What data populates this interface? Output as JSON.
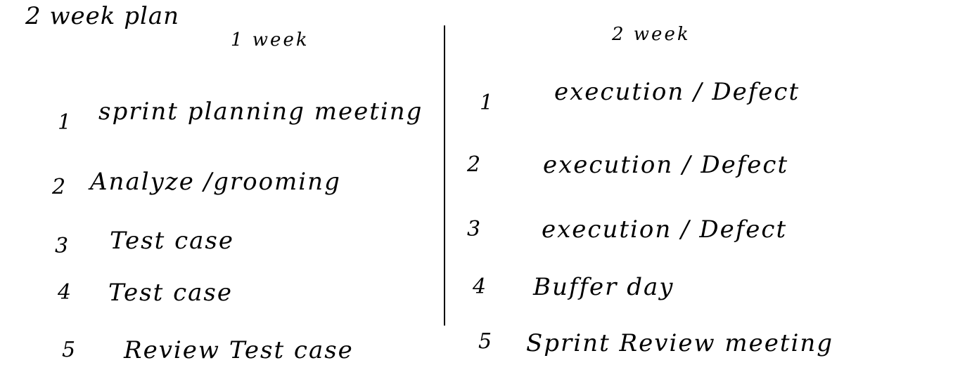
{
  "title": "2 week plan",
  "week1": {
    "heading": "1 week",
    "items": [
      {
        "num": "1",
        "text": "sprint planning meeting"
      },
      {
        "num": "2",
        "text": "Analyze /grooming"
      },
      {
        "num": "3",
        "text": "Test case"
      },
      {
        "num": "4",
        "text": "Test case"
      },
      {
        "num": "5",
        "text": "Review Test case"
      }
    ]
  },
  "week2": {
    "heading": "2 week",
    "items": [
      {
        "num": "1",
        "text": "execution / Defect"
      },
      {
        "num": "2",
        "text": "execution / Defect"
      },
      {
        "num": "3",
        "text": "execution / Defect"
      },
      {
        "num": "4",
        "text": "Buffer day"
      },
      {
        "num": "5",
        "text": "Sprint Review meeting"
      }
    ]
  }
}
